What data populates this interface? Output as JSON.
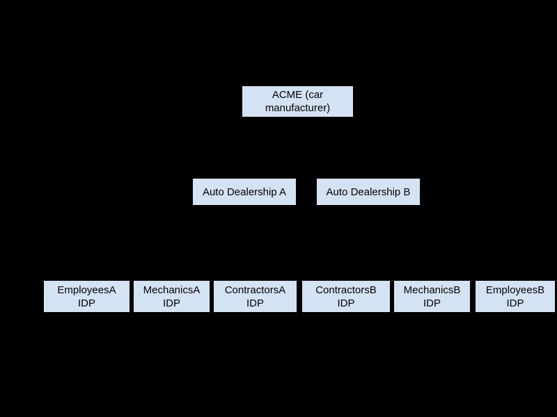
{
  "diagram": {
    "background_color": "#000000",
    "node_fill_color": "#d4e3f3",
    "node_text_color": "#000000",
    "tiers": {
      "root": {
        "nodes": [
          {
            "id": "acme",
            "label": "ACME (car manufacturer)",
            "line1": "ACME (car",
            "line2": "manufacturer)"
          }
        ]
      },
      "dealerships": {
        "nodes": [
          {
            "id": "dealership-a",
            "label": "Auto Dealership A",
            "line1": "Auto Dealership A",
            "line2": ""
          },
          {
            "id": "dealership-b",
            "label": "Auto Dealership B",
            "line1": "Auto Dealership B",
            "line2": ""
          }
        ]
      },
      "identity_providers": {
        "nodes": [
          {
            "id": "employeesa",
            "label": "EmployeesA IDP",
            "line1": "EmployeesA",
            "line2": "IDP"
          },
          {
            "id": "mechanicsa",
            "label": "MechanicsA IDP",
            "line1": "MechanicsA",
            "line2": "IDP"
          },
          {
            "id": "contractorsa",
            "label": "ContractorsA IDP",
            "line1": "ContractorsA",
            "line2": "IDP"
          },
          {
            "id": "contractorsb",
            "label": "ContractorsB IDP",
            "line1": "ContractorsB",
            "line2": "IDP"
          },
          {
            "id": "mechanicsb",
            "label": "MechanicsB IDP",
            "line1": "MechanicsB",
            "line2": "IDP"
          },
          {
            "id": "employeesb",
            "label": "EmployeesB IDP",
            "line1": "EmployeesB",
            "line2": "IDP"
          }
        ]
      }
    }
  }
}
